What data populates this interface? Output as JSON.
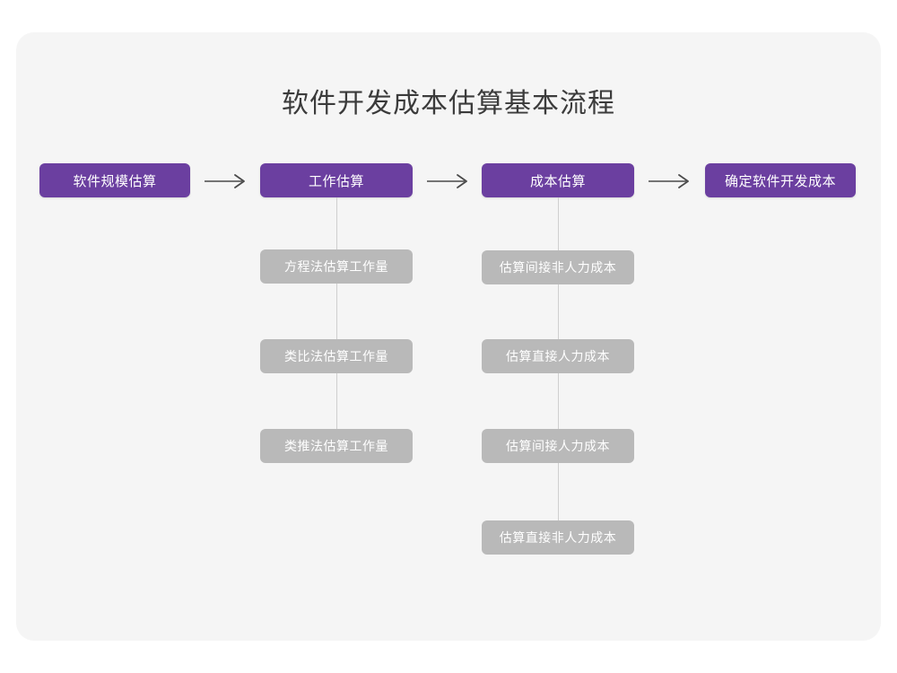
{
  "page": {
    "title": "软件开发成本估算基本流程",
    "background": "#ffffff",
    "card_background": "#f5f5f5",
    "accent_color": "#6b3fa0",
    "sub_node_color": "#b9b9b9",
    "connector_color": "#cfcfcf",
    "title_color": "#3b3b3b"
  },
  "flow": {
    "main_steps": [
      {
        "label": "软件规模估算"
      },
      {
        "label": "工作估算"
      },
      {
        "label": "成本估算"
      },
      {
        "label": "确定软件开发成本"
      }
    ],
    "arrows": [
      {
        "name": "arrow-1"
      },
      {
        "name": "arrow-2"
      },
      {
        "name": "arrow-3"
      }
    ],
    "branches": [
      {
        "parent": "工作估算",
        "items": [
          {
            "label": "方程法估算工作量"
          },
          {
            "label": "类比法估算工作量"
          },
          {
            "label": "类推法估算工作量"
          }
        ]
      },
      {
        "parent": "成本估算",
        "items": [
          {
            "label": "估算间接非人力成本"
          },
          {
            "label": "估算直接人力成本"
          },
          {
            "label": "估算间接人力成本"
          },
          {
            "label": "估算直接非人力成本"
          }
        ]
      }
    ]
  },
  "chart_data": {
    "type": "diagram",
    "title": "软件开发成本估算基本流程",
    "nodes": [
      {
        "id": "n1",
        "label": "软件规模估算",
        "level": "main",
        "color": "#6b3fa0"
      },
      {
        "id": "n2",
        "label": "工作估算",
        "level": "main",
        "color": "#6b3fa0"
      },
      {
        "id": "n3",
        "label": "成本估算",
        "level": "main",
        "color": "#6b3fa0"
      },
      {
        "id": "n4",
        "label": "确定软件开发成本",
        "level": "main",
        "color": "#6b3fa0"
      },
      {
        "id": "n2a",
        "label": "方程法估算工作量",
        "level": "sub",
        "parent": "n2",
        "color": "#b9b9b9"
      },
      {
        "id": "n2b",
        "label": "类比法估算工作量",
        "level": "sub",
        "parent": "n2",
        "color": "#b9b9b9"
      },
      {
        "id": "n2c",
        "label": "类推法估算工作量",
        "level": "sub",
        "parent": "n2",
        "color": "#b9b9b9"
      },
      {
        "id": "n3a",
        "label": "估算间接非人力成本",
        "level": "sub",
        "parent": "n3",
        "color": "#b9b9b9"
      },
      {
        "id": "n3b",
        "label": "估算直接人力成本",
        "level": "sub",
        "parent": "n3",
        "color": "#b9b9b9"
      },
      {
        "id": "n3c",
        "label": "估算间接人力成本",
        "level": "sub",
        "parent": "n3",
        "color": "#b9b9b9"
      },
      {
        "id": "n3d",
        "label": "估算直接非人力成本",
        "level": "sub",
        "parent": "n3",
        "color": "#b9b9b9"
      }
    ],
    "edges": [
      {
        "from": "n1",
        "to": "n2",
        "style": "arrow"
      },
      {
        "from": "n2",
        "to": "n3",
        "style": "arrow"
      },
      {
        "from": "n3",
        "to": "n4",
        "style": "arrow"
      },
      {
        "from": "n2",
        "to": "n2a",
        "style": "line"
      },
      {
        "from": "n2",
        "to": "n2b",
        "style": "line"
      },
      {
        "from": "n2",
        "to": "n2c",
        "style": "line"
      },
      {
        "from": "n3",
        "to": "n3a",
        "style": "line"
      },
      {
        "from": "n3",
        "to": "n3b",
        "style": "line"
      },
      {
        "from": "n3",
        "to": "n3c",
        "style": "line"
      },
      {
        "from": "n3",
        "to": "n3d",
        "style": "line"
      }
    ]
  }
}
